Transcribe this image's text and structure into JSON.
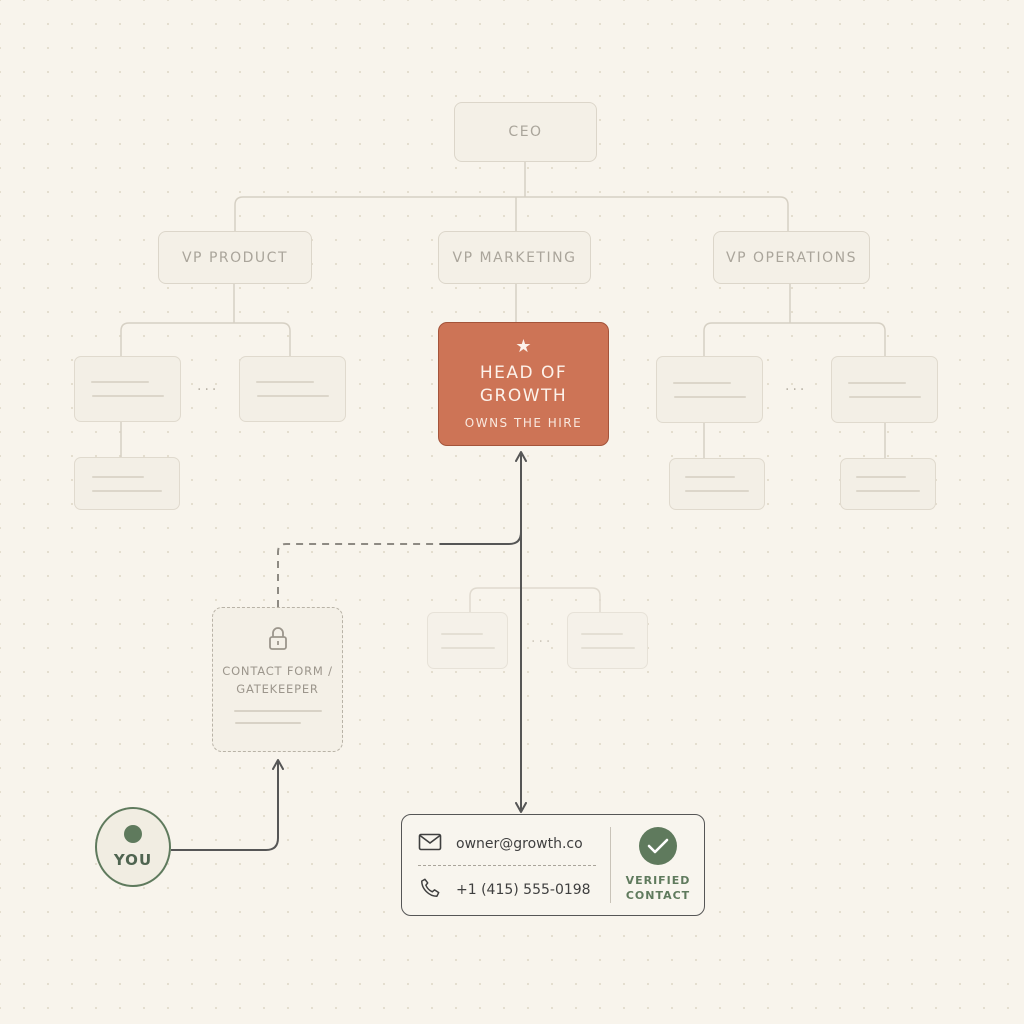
{
  "org_chart": {
    "ceo": "CEO",
    "vp_product": "VP PRODUCT",
    "vp_marketing": "VP MARKETING",
    "vp_operations": "VP OPERATIONS",
    "ellipsis": "...",
    "featured": {
      "title": "HEAD OF GROWTH",
      "subtitle": "OWNS THE HIRE",
      "icon": "star-icon"
    }
  },
  "gatekeeper": {
    "label": "CONTACT FORM / GATEKEEPER",
    "icon": "lock-icon"
  },
  "you": {
    "label": "YOU"
  },
  "contact_card": {
    "email": "owner@growth.co",
    "phone": "+1 (415) 555-0198",
    "verified_label": "VERIFIED CONTACT",
    "icons": [
      "mail-icon",
      "phone-icon",
      "check-icon"
    ]
  },
  "colors": {
    "background": "#f8f4ec",
    "featured": "#cd7456",
    "accent_green": "#5f7a5d",
    "connector": "#565656",
    "muted_line": "#d6d0c4"
  }
}
